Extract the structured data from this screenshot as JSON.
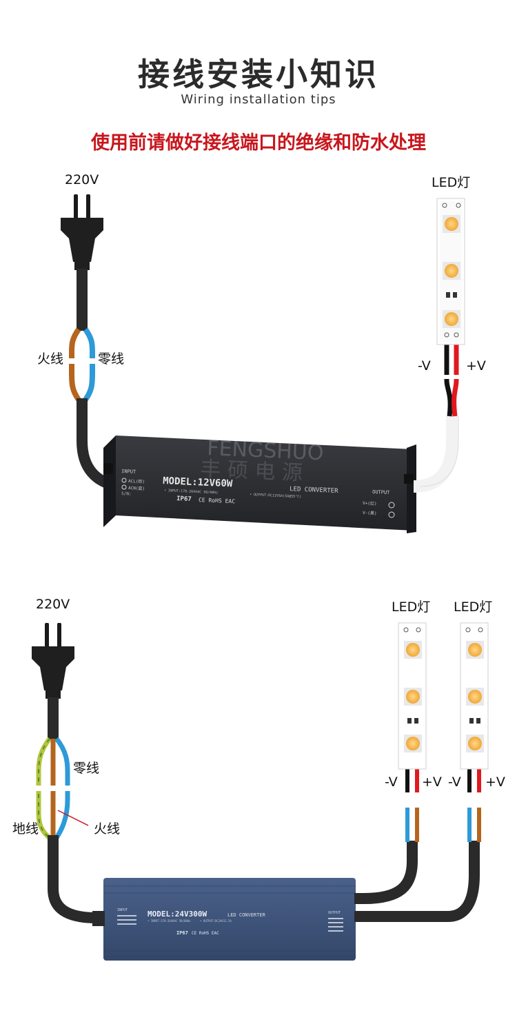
{
  "header": {
    "title": "接线安装小知识",
    "subtitle": "Wiring installation tips",
    "warning": "使用前请做好接线端口的绝缘和防水处理"
  },
  "diagram1": {
    "voltage": "220V",
    "led_label": "LED灯",
    "live": "火线",
    "neutral": "零线",
    "neg": "-V",
    "pos": "+V",
    "watermark": "FENGSHUO",
    "watermark_cn": "丰 硕 电 源",
    "psu": {
      "model": "MODEL:12V60W",
      "type": "LED CONVERTER",
      "input": "INPUT",
      "output": "OUTPUT",
      "acl": "ACL(棕)",
      "acn": "ACN(蓝)",
      "vplus": "V+(红)",
      "vminus": "V-(黑)",
      "spec": "• INPUT:170-264VAC 50/60Hz",
      "spec2": "• OUTPUT:DC12V5A(5A@55°C)",
      "ip": "IP67",
      "certs": "CE RoHS EAC",
      "sn": "S/N:"
    }
  },
  "diagram2": {
    "voltage": "220V",
    "led_label_1": "LED灯",
    "led_label_2": "LED灯",
    "neutral": "零线",
    "ground": "地线",
    "live": "火线",
    "neg_1": "-V",
    "pos_1": "+V",
    "neg_2": "-V",
    "pos_2": "+V",
    "psu": {
      "model": "MODEL:24V300W",
      "type": "LED CONVERTER",
      "input": "INPUT",
      "output": "OUTPUT",
      "spec": "• INPUT:170-264VAC 50/60Hz",
      "spec2": "• OUTPUT:DC24V12.5A",
      "ip": "IP67",
      "certs": "CE RoHS EAC"
    }
  },
  "colors": {
    "warning": "#c8161d",
    "brown": "#b5651d",
    "blue": "#2e9ad8",
    "red": "#e0191f",
    "psu1": "#2c2d31",
    "psu2": "#3f5478",
    "led": "#f4b342"
  }
}
